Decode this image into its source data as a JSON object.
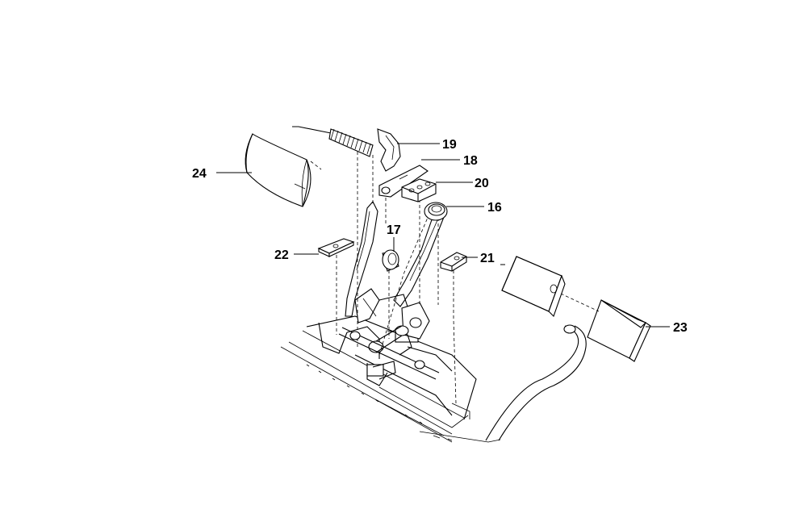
{
  "callouts": [
    {
      "id": "label-16",
      "text": "16"
    },
    {
      "id": "label-17",
      "text": "17"
    },
    {
      "id": "label-18",
      "text": "18"
    },
    {
      "id": "label-19",
      "text": "19"
    },
    {
      "id": "label-20",
      "text": "20"
    },
    {
      "id": "label-21",
      "text": "21"
    },
    {
      "id": "label-22",
      "text": "22"
    },
    {
      "id": "label-23",
      "text": "23"
    },
    {
      "id": "label-24",
      "text": "24"
    }
  ]
}
